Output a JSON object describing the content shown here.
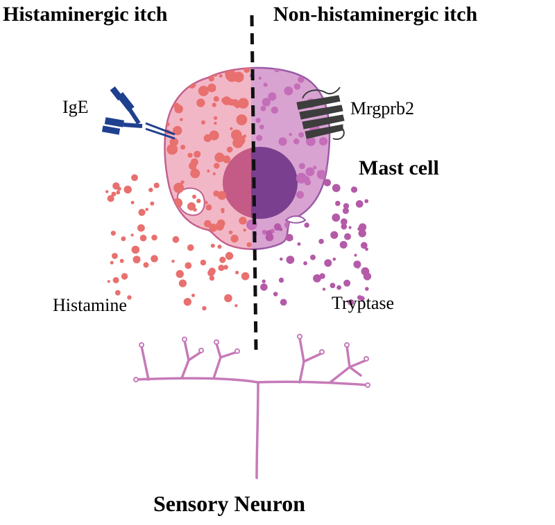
{
  "headers": {
    "left": "Histaminergic itch",
    "right": "Non-histaminergic itch"
  },
  "labels": {
    "ige": "IgE",
    "mrgprb2": "Mrgprb2",
    "mast_cell": "Mast cell",
    "histamine": "Histamine",
    "tryptase": "Tryptase",
    "sensory_neuron": "Sensory Neuron"
  },
  "colors": {
    "left_cytoplasm": "#f2b7c7",
    "right_cytoplasm": "#d79fcf",
    "cell_outline": "#c2608f",
    "left_granule": "#e8706f",
    "right_granule": "#b45aa8",
    "nucleus_left": "#c45a86",
    "nucleus_right": "#7a3f8e",
    "antibody": "#1f3f8f",
    "receptor": "#444444",
    "neuron": "#c67ab8",
    "divider": "#111111"
  }
}
